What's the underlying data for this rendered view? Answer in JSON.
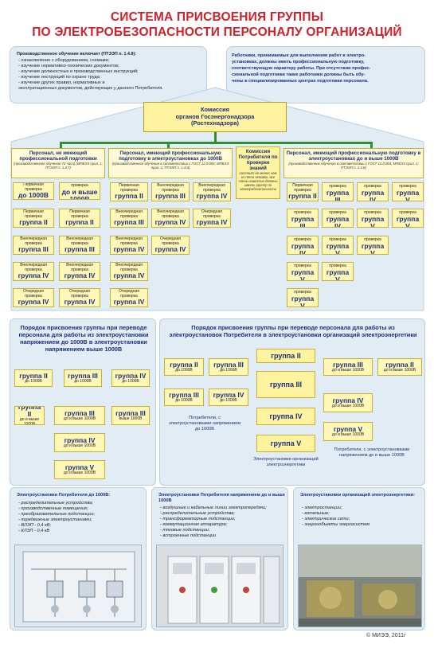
{
  "title": {
    "line1": "СИСТЕМА ПРИСВОЕНИЯ ГРУППЫ",
    "line2": "ПО ЭЛЕКТРОБЕЗОПАСНОСТИ ПЕРСОНАЛУ ОРГАНИЗАЦИЙ"
  },
  "intro_left": {
    "heading": "Производственное обучение включает (ПТЭЭП п. 1.4.8):",
    "items": [
      "- ознакомление с оборудованием, схемами;",
      "- изучение нормативно-технических документов;",
      "- изучение должностных и производственных инструкций;",
      "- изучение инструкций по охране труда;",
      "- изучение других правил, нормативных и",
      "эксплуатационных документов, действующих у данного Потребителя."
    ]
  },
  "intro_right": {
    "lines": [
      "Работники, принимаемые для выполнения работ в электро-",
      "установках, должны иметь профессиональную подготовку,",
      "соответствующую характеру работы. При отсутствии профес-",
      "сиональной подготовки такие работники должны быть обу-",
      "чены в специализированных центрах подготовки персонала."
    ]
  },
  "commission": {
    "line1": "Комиссия",
    "line2": "органов Госэнергонадзора",
    "line3": "(Ростехнадзора)"
  },
  "categories": {
    "c1": {
      "main": "Персонал, не имеющий профессиональной подготовки",
      "sub": "(производственное обучение 72 часа) (МПБЭЭ прил. 1; ПТЭЭП п. 1.4.7)"
    },
    "c2": {
      "main": "Персонал, имеющий профессиональную подготовку в электроустановках до 1000В",
      "sub": "(производственное обучение в соответствии с ГОСТ 12.0.004; МПБЭЭ прил. 1; ПТЭЭП п. 1.4.6)"
    },
    "c3": {
      "main": "Комиссия Потребителя по проверке знаний",
      "sub": "состоит не менее чем из пяти человек, все члены комиссии должны иметь группу по электробезопасности"
    },
    "c4": {
      "main": "Персонал, имеющий профессиональную подготовку в электроустановках до и выше 1000В",
      "sub": "(производственное обучение в соответствии с ГОСТ 12.0.004; МПБЭЭ прил. 1; ПТЭЭП п. 1.4.6)"
    }
  },
  "labels": {
    "primary": "Первичная проверка",
    "extra": "Внеочередная проверка",
    "regular": "Очередная проверка",
    "g1": "до 1000В",
    "g2": "до и выше 1000В",
    "gII": "группа II",
    "gIII": "группа III",
    "gIV": "группа IV",
    "gV": "группа V",
    "do1000": "до 1000В",
    "doAbove": "до и выше 1000В",
    "above1000": "выше 1000В"
  },
  "section2": {
    "heading": "Порядок присвоения группы при переводе персонала для работы из электроустановки напряжением до 1000В в электроустановки напряжением выше 1000В"
  },
  "section3": {
    "heading": "Порядок присвоения группы при переводе персонала для работы из электроустановок Потребителя в электроустановки организаций электроэнергетики",
    "note_left": "Потребители, с электроустановками напряжением до 1000В",
    "note_center": "Электроустановки организаций электроэнергетики",
    "note_right": "Потребители, с электроустановками напряжением до и выше 1000В"
  },
  "bottom": {
    "b1": {
      "heading": "Электроустановки Потребителя до 1000В:",
      "items": [
        "- распределительные устройства;",
        "- производственные помещения;",
        "- преобразовательные подстанции;",
        "- передвижные электроустановки;",
        "- ВЛЭП - 0,4 кВ;",
        "- КЛЭП - 0,4 кВ"
      ]
    },
    "b2": {
      "heading": "Электроустановки Потребителя напряжением до и выше 1000В",
      "items": [
        "- воздушные и кабельные линии электропередачи;",
        "- распределительные устройства;",
        "- трансформаторные подстанции;",
        "- коммутационная аппаратура;",
        "- тяговые подстанции;",
        "- встроенные подстанции"
      ]
    },
    "b3": {
      "heading": "Электроустановки организаций электроэнергетики:",
      "items": [
        "- электростанции;",
        "- котельные;",
        "- электрические сети;",
        "- энергообъекты энергосистем"
      ]
    }
  },
  "copyright": "© МИЭЭ, 2011г",
  "colors": {
    "title": "#d0202a",
    "panel": "#e1ecf5",
    "box": "#fff7b8",
    "arrow": "#2f8f2f",
    "text_blue": "#1b2f7a"
  }
}
